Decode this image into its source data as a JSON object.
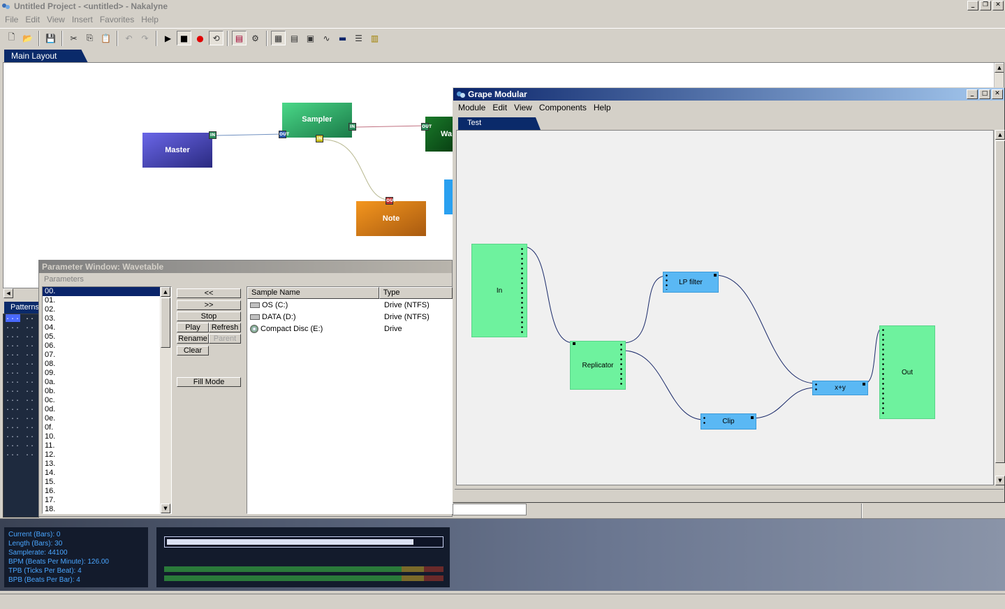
{
  "window": {
    "title": "Untitled Project - <untitled> - Nakalyne"
  },
  "menu": [
    "File",
    "Edit",
    "View",
    "Insert",
    "Favorites",
    "Help"
  ],
  "main_tab": "Main Layout",
  "layout_modules": {
    "master": "Master",
    "sampler": "Sampler",
    "wavetable": "Wa",
    "note": "Note"
  },
  "ports": {
    "in": "IN",
    "out": "OUT"
  },
  "patterns_tab": "Patterns",
  "param_window": {
    "title": "Parameter Window: Wavetable",
    "subtitle": "Parameters",
    "items": [
      "00.",
      "01.",
      "02.",
      "03.",
      "04.",
      "05.",
      "06.",
      "07.",
      "08.",
      "09.",
      "0a.",
      "0b.",
      "0c.",
      "0d.",
      "0e.",
      "0f.",
      "10.",
      "11.",
      "12.",
      "13.",
      "14.",
      "15.",
      "16.",
      "17.",
      "18."
    ],
    "selected_index": 0,
    "buttons": {
      "prev": "<<",
      "next": ">>",
      "stop": "Stop",
      "play": "Play",
      "refresh": "Refresh",
      "rename": "Rename",
      "parent": "Parent",
      "clear": "Clear",
      "fill_mode": "Fill Mode"
    },
    "file_list": {
      "col_name": "Sample Name",
      "col_type": "Type",
      "rows": [
        {
          "name": "OS (C:)",
          "type": "Drive (NTFS)",
          "icon": "hard-drive-icon"
        },
        {
          "name": "DATA (D:)",
          "type": "Drive (NTFS)",
          "icon": "hard-drive-icon"
        },
        {
          "name": "Compact Disc (E:)",
          "type": "Drive",
          "icon": "cd-icon"
        }
      ]
    }
  },
  "grape": {
    "title": "Grape Modular",
    "menu": [
      "Module",
      "Edit",
      "View",
      "Components",
      "Help"
    ],
    "tab": "Test",
    "modules": {
      "in": "In",
      "replicator": "Replicator",
      "lp_filter": "LP filter",
      "clip": "Clip",
      "sum": "x+y",
      "out": "Out"
    }
  },
  "status": {
    "current": "Current (Bars): 0",
    "length": "Length (Bars): 30",
    "samplerate": "Samplerate: 44100",
    "bpm": "BPM (Beats Per Minute): 126.00",
    "tpb": "TPB (Ticks Per Beat): 4",
    "bpb": "BPB (Beats Per Bar): 4",
    "progress_fraction": 0.9
  },
  "colors": {
    "master": "#5a56d8",
    "sampler": "#3cc878",
    "wavetable": "#0c5a1a",
    "note": "#f09020",
    "grape_green": "#6ef29e",
    "grape_blue": "#5ab8f4"
  }
}
